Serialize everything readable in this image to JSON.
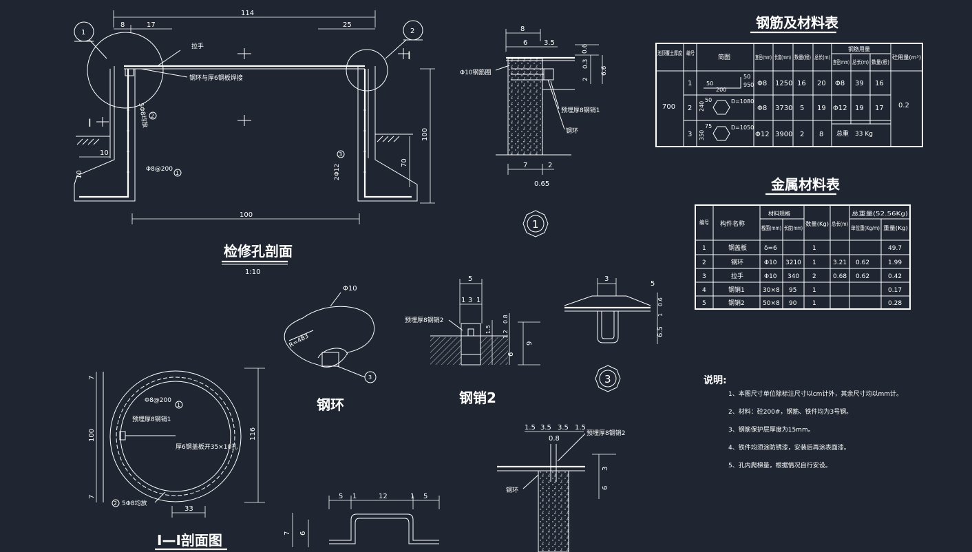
{
  "section": {
    "title": "检修孔剖面",
    "scale": "1:10",
    "dims": {
      "top": "114",
      "a": "8",
      "b": "17",
      "c": "25",
      "bottom": "100",
      "height": "100",
      "side10": "10",
      "side10b": "10",
      "side70": "70"
    },
    "labels": {
      "handle": "拉手",
      "ring_plate": "钢环与厚6钢板焊接",
      "rebar_dist": "5Φ8均放",
      "rebar_main": "Φ8@200",
      "rebar_12": "2Φ12",
      "cut": "I",
      "cut2": "I",
      "c1": "1",
      "c2": "2",
      "c2b": "2",
      "c3": "3",
      "c1b": "1"
    }
  },
  "detail1": {
    "dims": {
      "a": "8",
      "b": "6",
      "c": "3.5",
      "d": "0.6",
      "e": "2",
      "f": "0.3",
      "g": "6.6",
      "h": "7",
      "i": "2",
      "j": "0.65"
    },
    "labels": {
      "ring": "Φ10钢筋圈",
      "pin": "预埋厚8钢销1",
      "ring2": "钢环"
    },
    "number": "1"
  },
  "steel_ring": {
    "title": "钢环",
    "labels": {
      "dia": "Φ10",
      "radius": "R=483",
      "c3": "3"
    }
  },
  "pin2": {
    "title": "钢销2",
    "labels": {
      "pin": "预埋厚8钢销2"
    },
    "dims": {
      "a": "5",
      "b": "1",
      "c": "3",
      "d": "1",
      "e": "0.8",
      "f": "1.2",
      "g": "1.5",
      "h": "6",
      "i": "9"
    }
  },
  "detail3": {
    "number": "3",
    "dims": {
      "a": "3",
      "b": "5",
      "c": "0.6",
      "d": "1",
      "e": "6.5"
    }
  },
  "section_ii": {
    "title": "I—I剖面图",
    "dims": {
      "left": "100",
      "right": "116",
      "top7": "7",
      "bot7": "7",
      "bottom": "33"
    },
    "labels": {
      "rebar_main": "Φ8@200",
      "c1": "1",
      "pin": "预埋厚8钢销1",
      "plate": "厚6钢盖板开35×10孔",
      "rebar_dist": "5Φ8均放",
      "c2": "2"
    }
  },
  "handle_detail": {
    "dims": {
      "a": "5",
      "b": "1",
      "c": "12",
      "d": "1",
      "e": "5",
      "f": "7",
      "g": "6"
    }
  },
  "pin_detail": {
    "dims": {
      "a": "1.5",
      "b": "3.5",
      "c": "3.5",
      "d": "1.5",
      "e": "0.8",
      "f": "3",
      "g": "6"
    },
    "labels": {
      "pin": "预埋厚8钢销2",
      "ring": "钢环"
    }
  },
  "rebar_table": {
    "title": "钢筋及材料表",
    "headers": [
      "池顶覆土厚度",
      "编号",
      "简图",
      "直径(mm)",
      "长度(mm)",
      "数量(根)",
      "总长(m)",
      "钢筋用量",
      "砼用量(m³)"
    ],
    "sub_headers": [
      "直径(mm)",
      "总长(m)",
      "数量(根)"
    ],
    "cover": "700",
    "rows": [
      {
        "no": "1",
        "sketch_a": "50",
        "sketch_b": "200",
        "sketch_c": "50",
        "sketch_d": "950",
        "dia": "Φ8",
        "len": "1250",
        "qty": "16",
        "total": "20",
        "u_dia": "Φ8",
        "u_total": "39",
        "u_qty": "16"
      },
      {
        "no": "2",
        "sketch_a": "50",
        "sketch_b": "240",
        "sketch_c": "D=1080",
        "dia": "Φ8",
        "len": "3730",
        "qty": "5",
        "total": "19",
        "u_dia": "Φ12",
        "u_total": "19",
        "u_qty": "17"
      },
      {
        "no": "3",
        "sketch_a": "75",
        "sketch_b": "350",
        "sketch_c": "D=1050",
        "dia": "Φ12",
        "len": "3900",
        "qty": "2",
        "total": "8",
        "weight": "总重　33 Kg"
      }
    ],
    "concrete": "0.2"
  },
  "metal_table": {
    "title": "金属材料表",
    "headers": [
      "编号",
      "构件名称",
      "材料规格",
      "数量(Kg)",
      "总长(m)",
      "总重量(52.56Kg)"
    ],
    "sub_headers": [
      "截面(mm)",
      "长度(mm)",
      "单位重(Kg/m)",
      "重量(Kg)"
    ],
    "rows": [
      {
        "no": "1",
        "name": "钢盖板",
        "sec": "δ=6",
        "len": "",
        "qty": "1",
        "total": "",
        "unit": "",
        "weight": "49.7"
      },
      {
        "no": "2",
        "name": "钢环",
        "sec": "Φ10",
        "len": "3210",
        "qty": "1",
        "total": "3.21",
        "unit": "0.62",
        "weight": "1.99"
      },
      {
        "no": "3",
        "name": "拉手",
        "sec": "Φ10",
        "len": "340",
        "qty": "2",
        "total": "0.68",
        "unit": "0.62",
        "weight": "0.42"
      },
      {
        "no": "4",
        "name": "钢销1",
        "sec": "30×8",
        "len": "95",
        "qty": "1",
        "total": "",
        "unit": "",
        "weight": "0.17"
      },
      {
        "no": "5",
        "name": "钢销2",
        "sec": "50×8",
        "len": "90",
        "qty": "1",
        "total": "",
        "unit": "",
        "weight": "0.28"
      }
    ]
  },
  "notes": {
    "title": "说明:",
    "items": [
      "1、本图尺寸单位除标注尺寸以cm计外，其余尺寸均以mm计。",
      "2、材料：砼200#，钢筋、铁件均为3号钢。",
      "3、钢筋保护层厚度为15mm。",
      "4、铁件均须涂防锈漆，安装后再涂表面漆。",
      "5、孔内爬梯量，根据情况自行安设。"
    ]
  }
}
